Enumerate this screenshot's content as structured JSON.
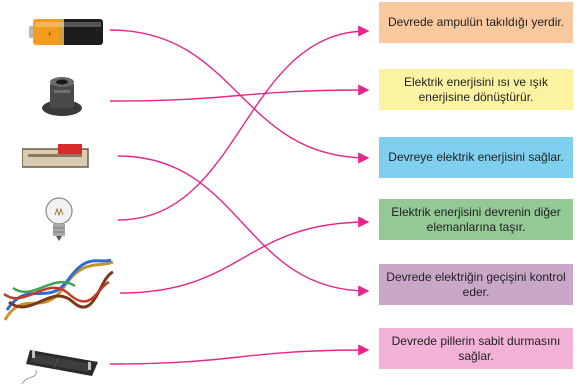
{
  "diagram": {
    "line_color": "#e6268a",
    "items": [
      {
        "name": "battery",
        "icon": "battery-icon"
      },
      {
        "name": "lamp-holder",
        "icon": "lamp-holder-icon"
      },
      {
        "name": "switch",
        "icon": "switch-icon"
      },
      {
        "name": "bulb",
        "icon": "bulb-icon"
      },
      {
        "name": "wires",
        "icon": "wires-icon"
      },
      {
        "name": "battery-holder",
        "icon": "battery-holder-icon"
      }
    ],
    "descriptions": [
      {
        "text": "Devrede ampulün takıldığı yerdir.",
        "color": "#f9c89f"
      },
      {
        "text": "Elektrik enerjisini ısı ve ışık enerjisine dönüştürür.",
        "color": "#fbf3a2"
      },
      {
        "text": "Devreye elektrik enerjisini sağlar.",
        "color": "#7fd0ee"
      },
      {
        "text": "Elektrik enerjisini devrenin diğer elemanlarına taşır.",
        "color": "#93c995"
      },
      {
        "text": "Devrede elektriğin geçişini kontrol eder.",
        "color": "#c9a7c8"
      },
      {
        "text": "Devrede pillerin sabit durmasını sağlar.",
        "color": "#f2b1d6"
      }
    ],
    "connections": [
      [
        0,
        2
      ],
      [
        1,
        1
      ],
      [
        2,
        4
      ],
      [
        3,
        0
      ],
      [
        4,
        3
      ],
      [
        5,
        5
      ]
    ]
  }
}
